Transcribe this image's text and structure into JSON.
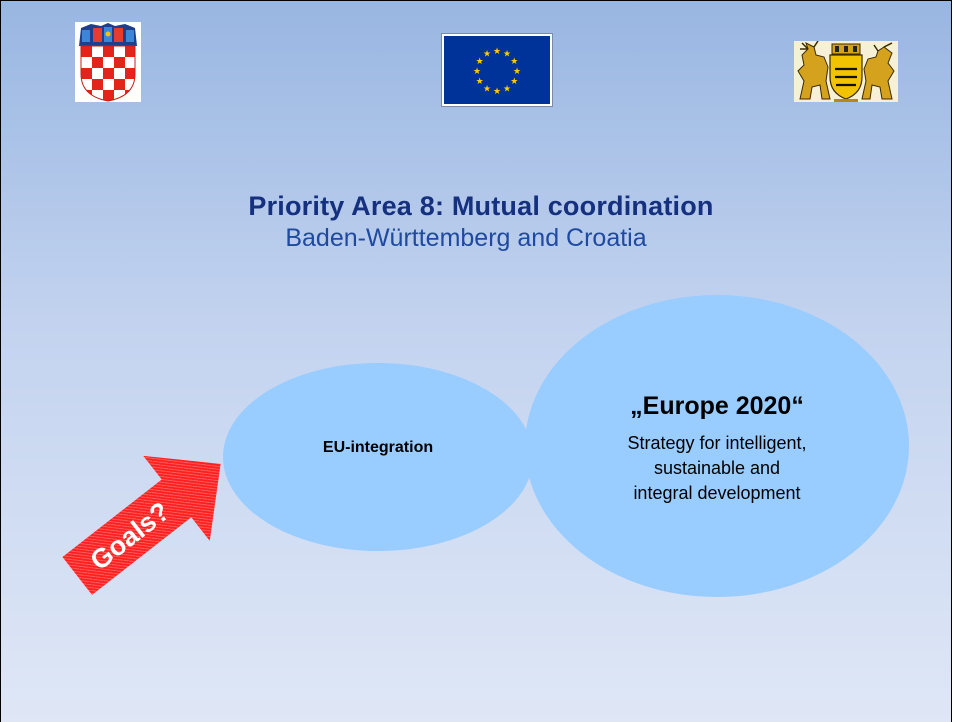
{
  "slide": {
    "title": "Priority Area 8: Mutual coordination",
    "subtitle": "Baden-Württemberg and Croatia"
  },
  "logos": {
    "left": "croatia-coat-of-arms-icon",
    "center": "eu-flag-icon",
    "right": "baden-wuerttemberg-coat-of-arms-icon"
  },
  "circles": {
    "left_label": "EU-integration",
    "right_heading": "„Europe 2020“",
    "right_lines": [
      "Strategy for intelligent,",
      "sustainable and",
      "integral development"
    ]
  },
  "arrow": {
    "label": "Goals?"
  },
  "colors": {
    "title": "#14307e",
    "subtitle": "#1f4aa0",
    "circle_fill": "#99ccff",
    "arrow_fill": "#ff1a1a"
  }
}
